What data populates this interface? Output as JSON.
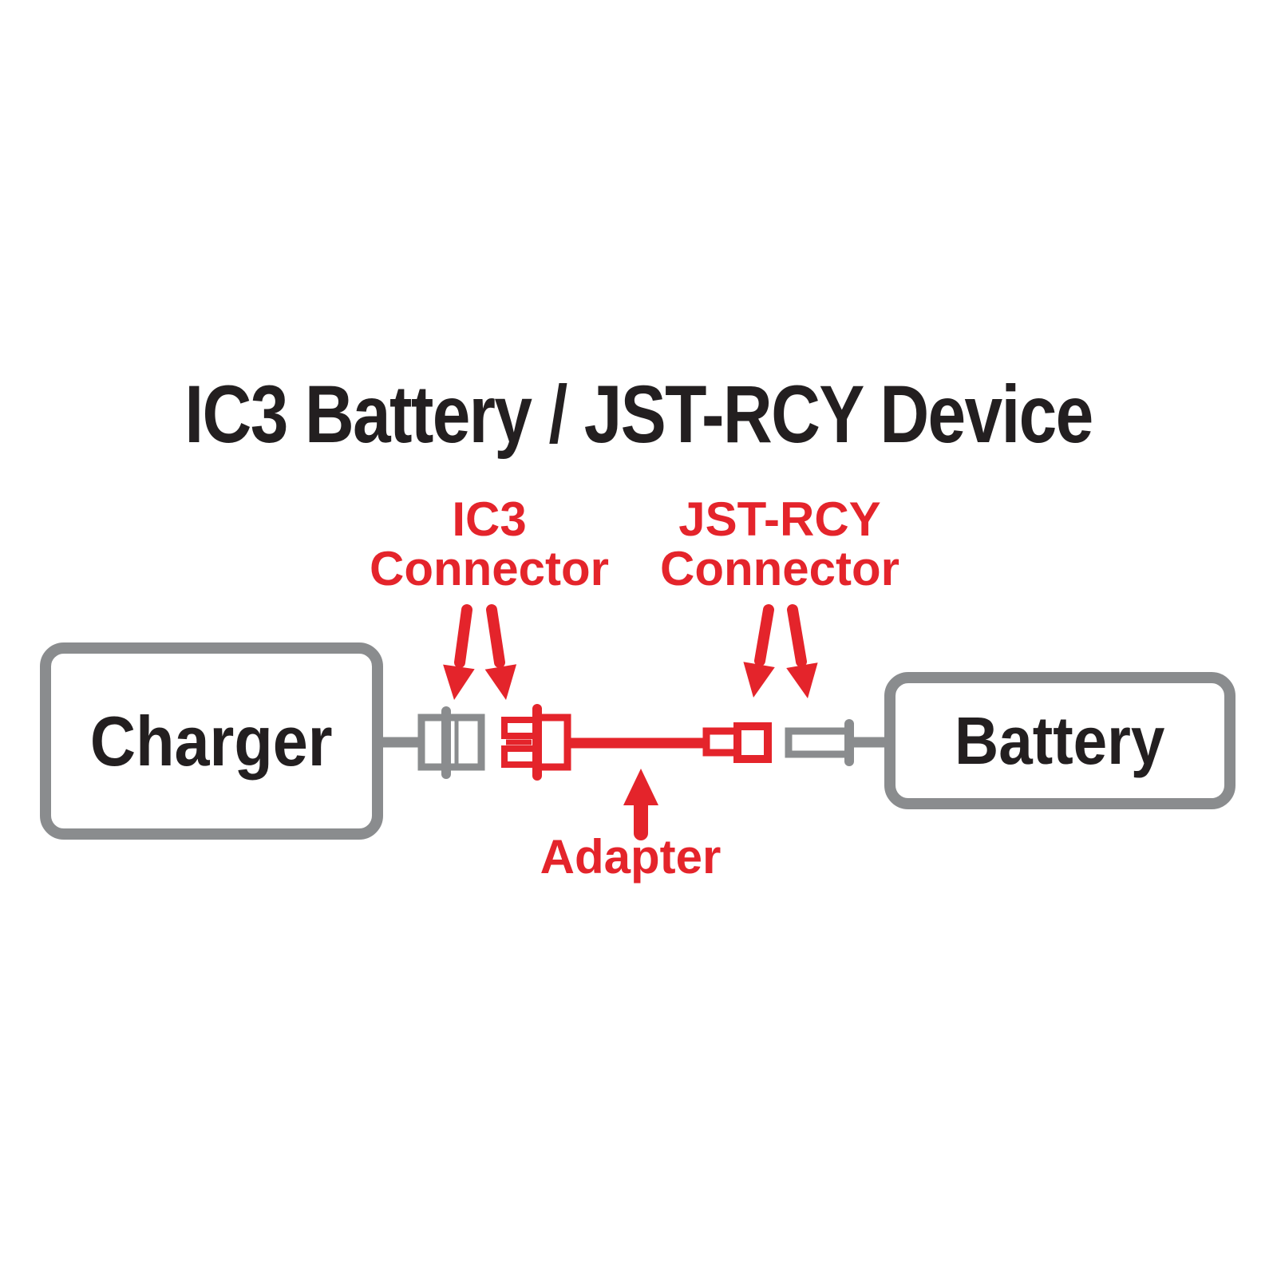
{
  "colors": {
    "red": "#E4242B",
    "gray": "#8A8C8E",
    "dark": "#231F20",
    "background": "#FFFFFF"
  },
  "title": "IC3 Battery / JST-RCY Device",
  "callouts": {
    "ic3": {
      "line1": "IC3",
      "line2": "Connector"
    },
    "jst_rcy": {
      "line1": "JST-RCY",
      "line2": "Connector"
    }
  },
  "nodes": {
    "charger": "Charger",
    "battery": "Battery"
  },
  "adapter_label": "Adapter",
  "icons": [
    "ic3-connector-gray-icon",
    "ic3-connector-red-icon",
    "jst-rcy-connector-red-icon",
    "jst-rcy-connector-gray-icon",
    "down-arrow-icon",
    "up-arrow-icon"
  ]
}
